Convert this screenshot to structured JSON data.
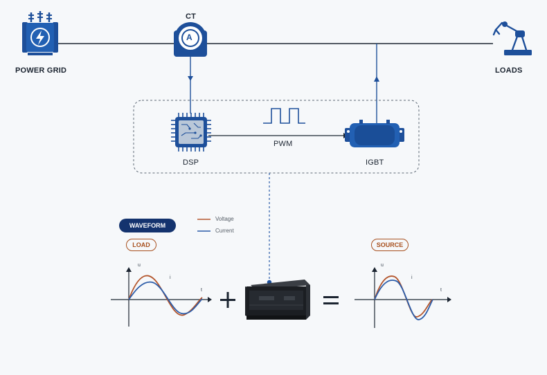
{
  "labels": {
    "power_grid": "POWER GRID",
    "ct": "CT",
    "ct_symbol": "A",
    "loads": "LOADS",
    "dsp": "DSP",
    "pwm": "PWM",
    "igbt": "IGBT"
  },
  "pills": {
    "waveform": "WAVEFORM",
    "load": "LOAD",
    "source": "SOURCE"
  },
  "legend": {
    "voltage": "Voltage",
    "current": "Current"
  },
  "plot_labels": {
    "load_y": "u",
    "load_mid": "i",
    "load_x": "t",
    "source_y": "u",
    "source_mid": "i",
    "source_x": "t"
  },
  "operators": {
    "plus": "+",
    "equals": "="
  },
  "colors": {
    "accent_blue": "#1d4f9a",
    "navy": "#14336e",
    "voltage": "#b3552c",
    "current": "#2a5ba8",
    "load_pill": "#a8501e",
    "line": "#1b2430"
  },
  "icons": {
    "power_grid": "transformer-icon",
    "ct": "current-transformer-icon",
    "loads": "robot-arm-icon",
    "dsp": "chip-icon",
    "igbt": "igbt-module-icon",
    "filter": "active-filter-device-icon"
  }
}
